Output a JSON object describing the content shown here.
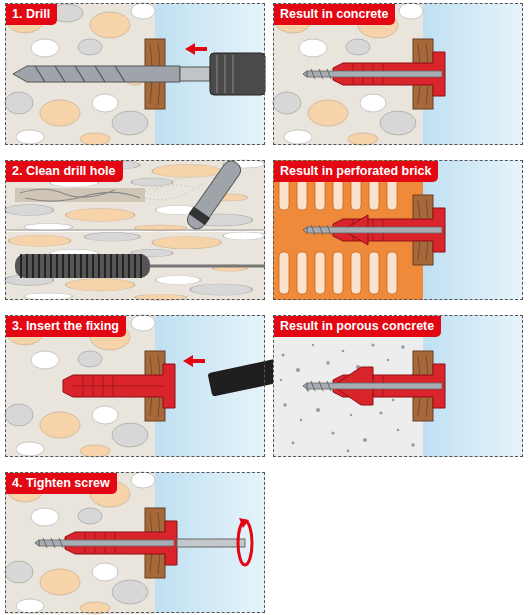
{
  "diagram": {
    "nodes": [
      {
        "text": [
          "1. Drill"
        ]
      },
      {
        "text": [
          "Result in concrete"
        ]
      },
      {
        "text": [
          "2. Clean drill hole"
        ]
      },
      {
        "text": [
          "Result in perforated brick"
        ]
      },
      {
        "text": [
          "3. Insert the fixing"
        ]
      },
      {
        "text": [
          "Result in porous concrete"
        ]
      },
      {
        "text": [
          "4. Tighten screw"
        ]
      }
    ]
  }
}
